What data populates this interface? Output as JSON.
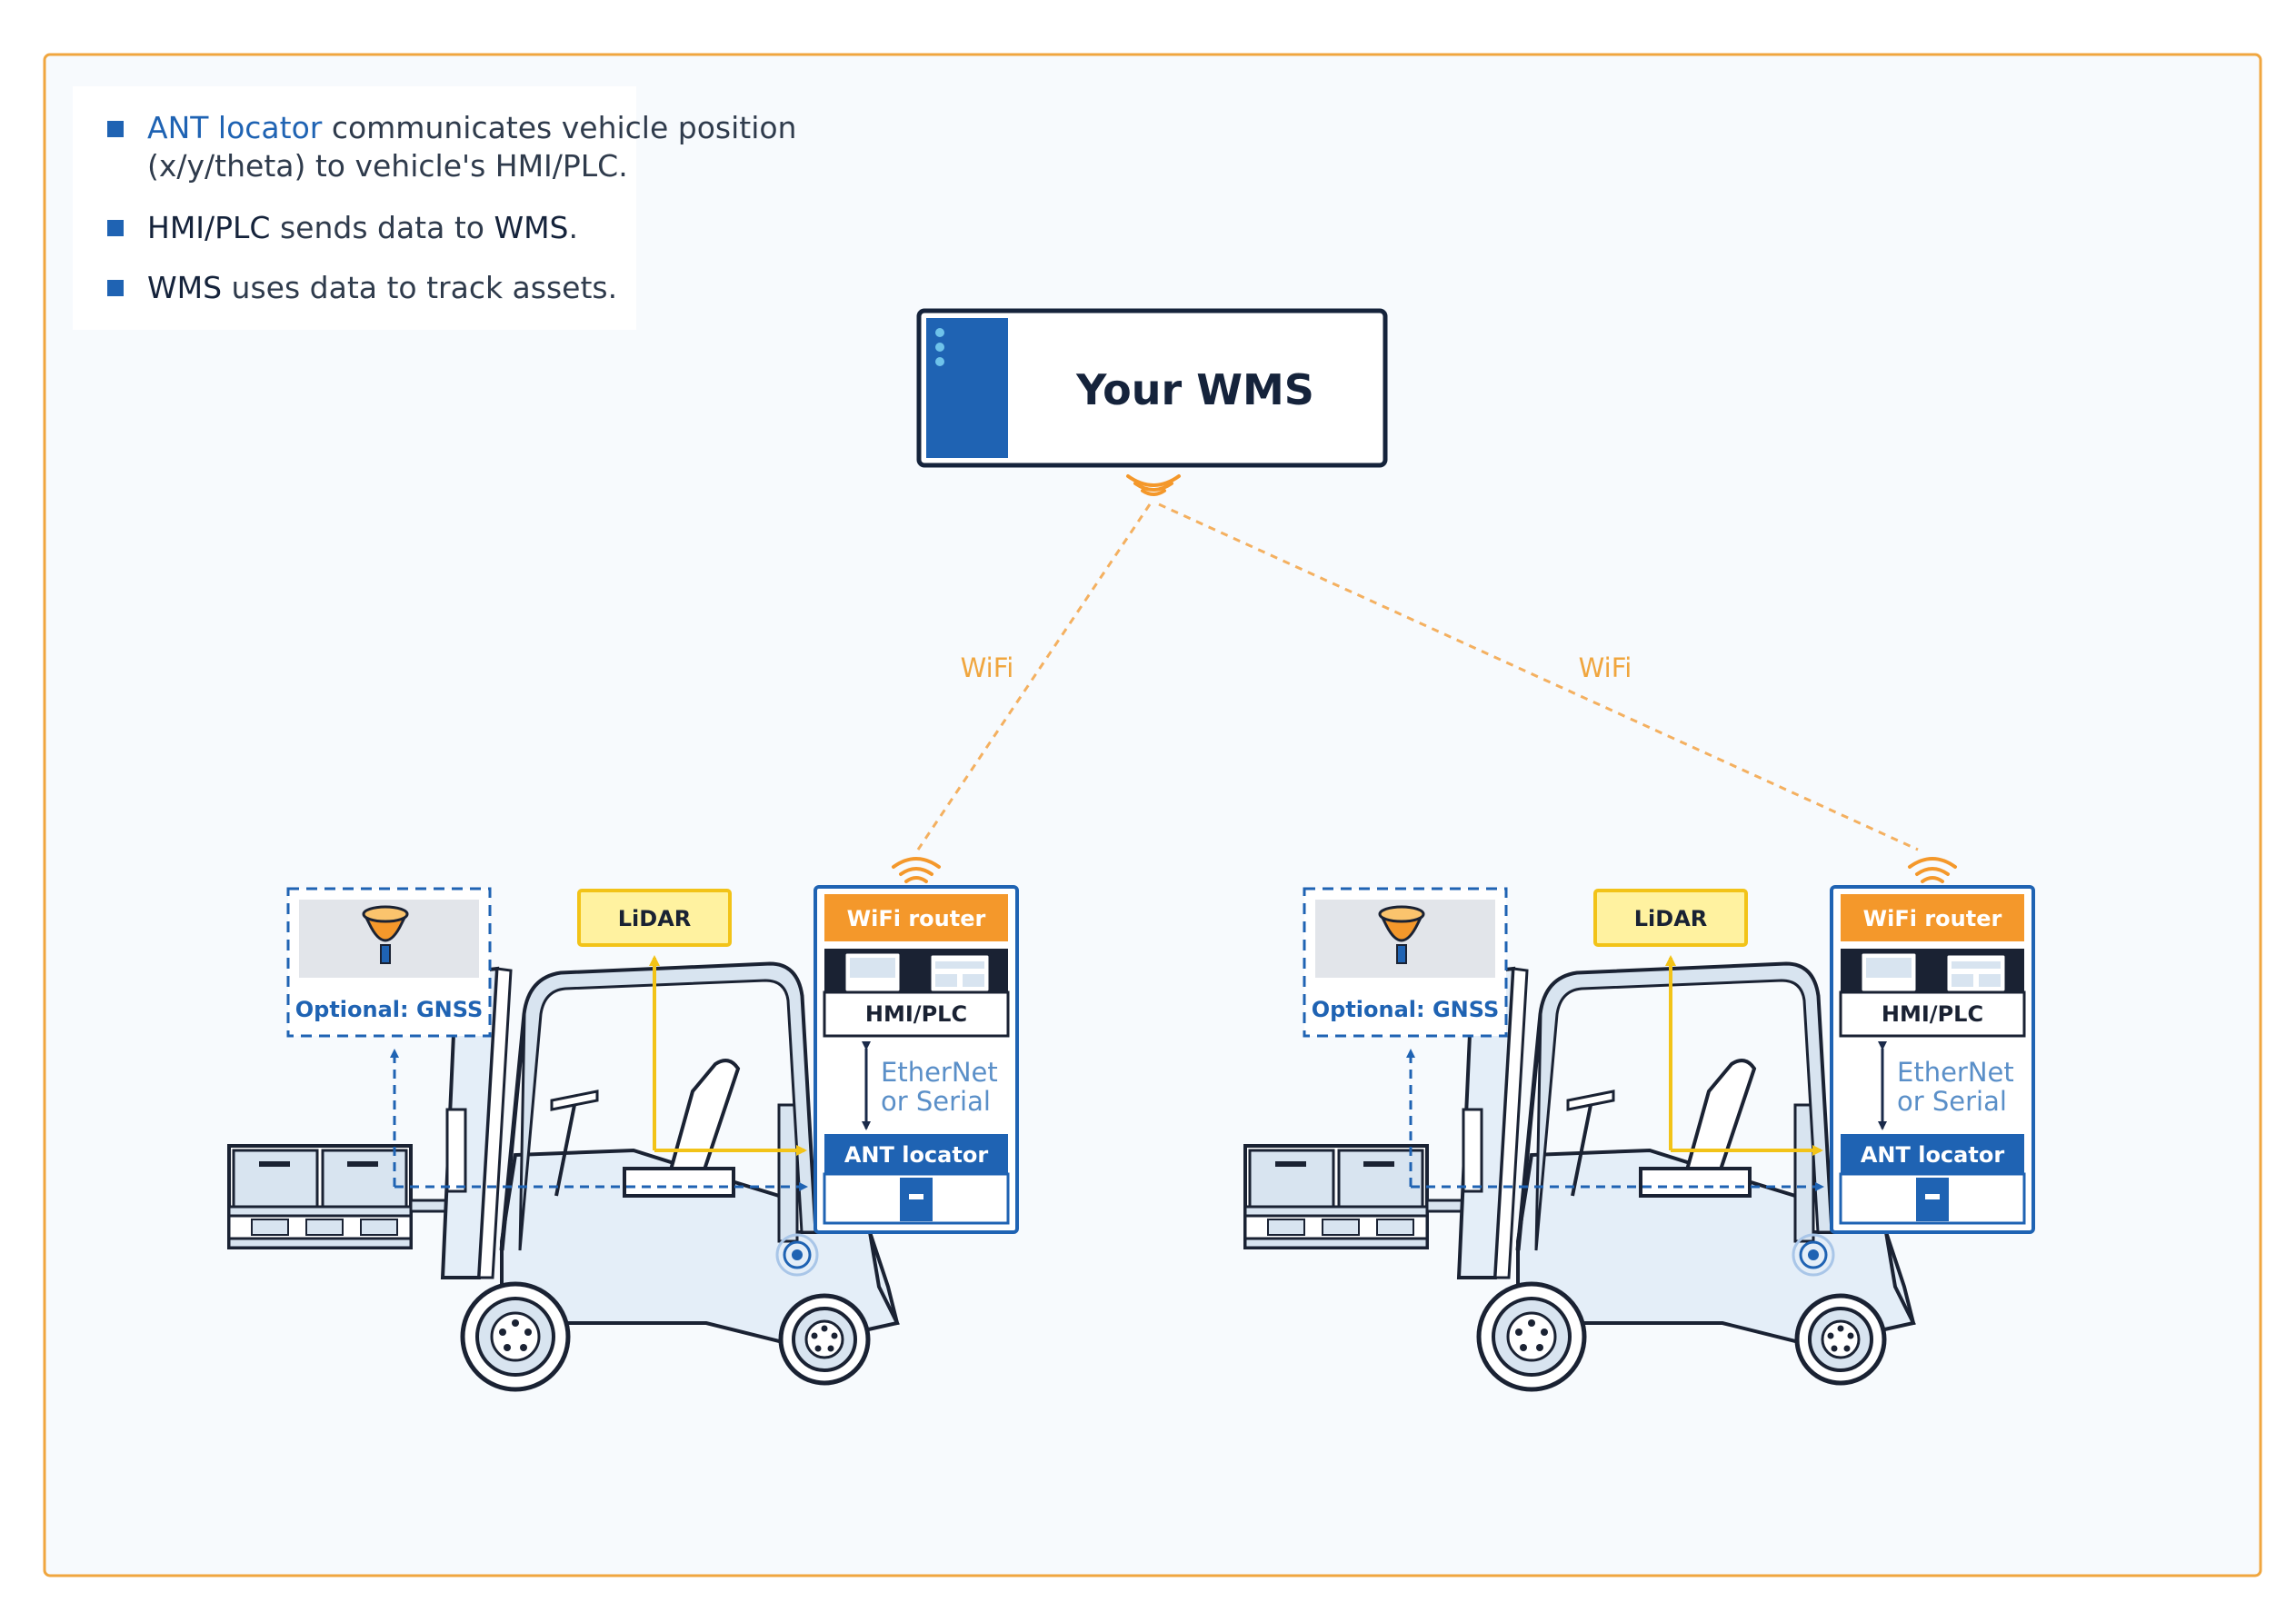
{
  "legend": {
    "items": [
      {
        "line1_highlight": "ANT locator",
        "line1_rest": " communicates vehicle position",
        "line2": "(x/y/theta) to vehicle's HMI/PLC."
      },
      {
        "line1_highlight": "HMI/PLC",
        "line1_rest": " sends data to ",
        "line1_tail": "WMS",
        "line1_end": "."
      },
      {
        "line1_highlight": "WMS",
        "line1_rest": " uses data to track assets."
      }
    ]
  },
  "wms": {
    "title": "Your WMS"
  },
  "links": {
    "left_label": "WiFi",
    "right_label": "WiFi"
  },
  "vehicle_left": {
    "gnss_label": "Optional: GNSS",
    "lidar_label": "LiDAR",
    "router_label": "WiFi router",
    "hmi_label": "HMI/PLC",
    "ethernet_line1": "EtherNet",
    "ethernet_line2": "or Serial",
    "locator_label": "ANT locator"
  },
  "vehicle_right": {
    "gnss_label": "Optional: GNSS",
    "lidar_label": "LiDAR",
    "router_label": "WiFi router",
    "hmi_label": "HMI/PLC",
    "ethernet_line1": "EtherNet",
    "ethernet_line2": "or Serial",
    "locator_label": "ANT locator"
  },
  "colors": {
    "frame_border": "#f0a63f",
    "accent_blue": "#1f63b3",
    "accent_orange": "#f4982b",
    "lidar_yellow": "#fff2a0",
    "forklift_fill": "#e4eef8",
    "line_dark": "#1a2233"
  }
}
